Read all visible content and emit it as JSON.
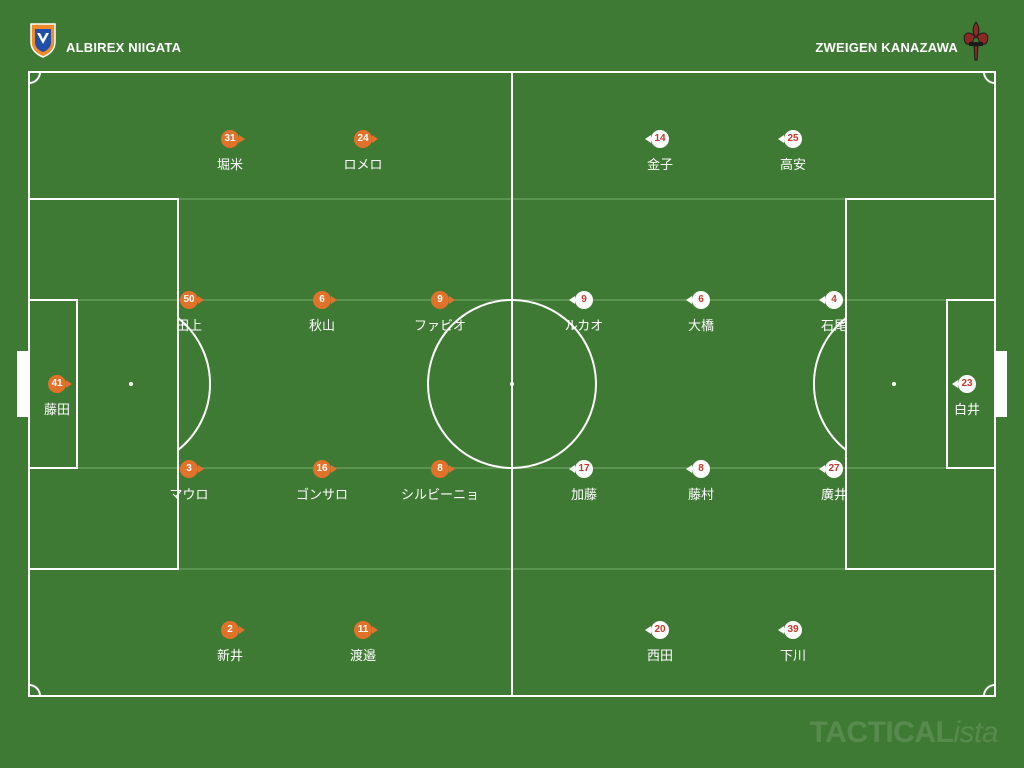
{
  "home": {
    "name": "ALBIREX NIIGATA",
    "color": "#e0722a",
    "players": [
      {
        "number": "31",
        "name": "堀米"
      },
      {
        "number": "24",
        "name": "ロメロ"
      },
      {
        "number": "50",
        "name": "田上"
      },
      {
        "number": "6",
        "name": "秋山"
      },
      {
        "number": "9",
        "name": "ファビオ"
      },
      {
        "number": "41",
        "name": "藤田"
      },
      {
        "number": "3",
        "name": "マウロ"
      },
      {
        "number": "16",
        "name": "ゴンサロ"
      },
      {
        "number": "8",
        "name": "シルビーニョ"
      },
      {
        "number": "2",
        "name": "新井"
      },
      {
        "number": "11",
        "name": "渡邉"
      }
    ]
  },
  "away": {
    "name": "ZWEIGEN KANAZAWA",
    "color": "#c0392b",
    "players": [
      {
        "number": "14",
        "name": "金子"
      },
      {
        "number": "25",
        "name": "高安"
      },
      {
        "number": "9",
        "name": "ルカオ"
      },
      {
        "number": "6",
        "name": "大橋"
      },
      {
        "number": "4",
        "name": "石尾"
      },
      {
        "number": "23",
        "name": "白井"
      },
      {
        "number": "17",
        "name": "加藤"
      },
      {
        "number": "8",
        "name": "藤村"
      },
      {
        "number": "27",
        "name": "廣井"
      },
      {
        "number": "20",
        "name": "西田"
      },
      {
        "number": "39",
        "name": "下川"
      }
    ]
  },
  "watermark": {
    "main": "TACTICAL",
    "suffix": "ista"
  },
  "pitch_color": "#3f7a34"
}
